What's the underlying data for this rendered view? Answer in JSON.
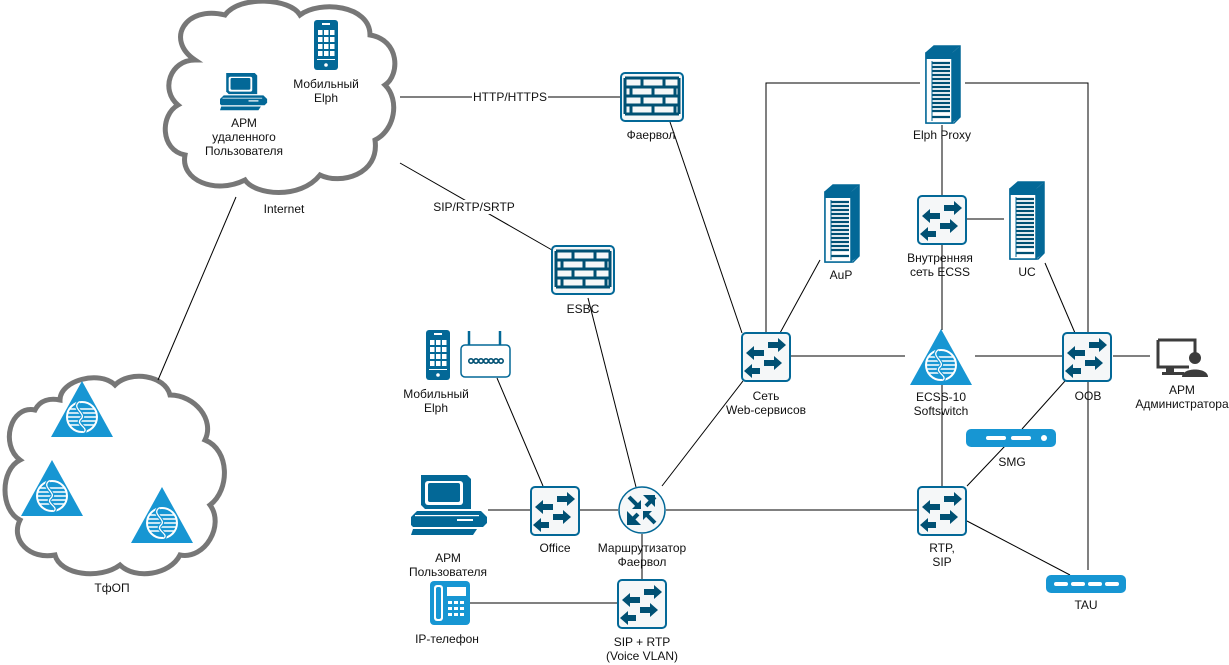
{
  "diagram": {
    "colors": {
      "cisco_blue": "#036897",
      "cisco_dark": "#005073",
      "light_blue": "#1796d3",
      "cloud_stroke": "#777777",
      "line": "#000000",
      "admin_gray": "#3c3c3c"
    },
    "clouds": {
      "internet": {
        "label": "Internet"
      },
      "pstn": {
        "label": "ТфОП"
      }
    },
    "nodes": {
      "remote_pc": {
        "label": "АРМ\nудаленного\nПользователя",
        "icon": "workstation-icon"
      },
      "remote_mobile": {
        "label": "Мобильный\nElph",
        "icon": "mobile-phone-icon"
      },
      "firewall": {
        "label": "Фаервол",
        "icon": "firewall-icon"
      },
      "esbc": {
        "label": "ESBC",
        "icon": "firewall-icon"
      },
      "elph_proxy": {
        "label": "Elph Proxy",
        "icon": "server-icon"
      },
      "aup": {
        "label": "AuP",
        "icon": "server-icon"
      },
      "internal_ecss": {
        "label": "Внутренняя\nсеть ECSS",
        "icon": "switch-icon"
      },
      "uc": {
        "label": "UC",
        "icon": "server-icon"
      },
      "web_services": {
        "label": "Сеть\nWeb-сервисов",
        "icon": "switch-icon"
      },
      "ecss10": {
        "label": "ECSS-10\nSoftswitch",
        "icon": "softswitch-icon"
      },
      "oob": {
        "label": "OOB",
        "icon": "switch-icon"
      },
      "admin_pc": {
        "label": "АРМ\nАдминистратора",
        "icon": "admin-user-icon"
      },
      "smg": {
        "label": "SMG",
        "icon": "gateway-icon"
      },
      "office_mobile": {
        "label": "Мобильный\nElph",
        "icon": "mobile-phone-icon"
      },
      "wifi_router": {
        "label": "",
        "icon": "wifi-router-icon"
      },
      "user_pc": {
        "label": "АРМ\nПользователя",
        "icon": "workstation-icon"
      },
      "office": {
        "label": "Office",
        "icon": "switch-icon"
      },
      "router_fw": {
        "label": "Маршрутизатор\nФаервол",
        "icon": "router-icon"
      },
      "rtp_sip": {
        "label": "RTP,\nSIP",
        "icon": "switch-icon"
      },
      "tau": {
        "label": "TAU",
        "icon": "gateway-icon"
      },
      "ip_phone": {
        "label": "IP-телефон",
        "icon": "ip-phone-icon"
      },
      "voice_vlan": {
        "label": "SIP + RTP\n(Voice VLAN)",
        "icon": "switch-icon"
      }
    },
    "edge_labels": {
      "http": "HTTP/HTTPS",
      "sip": "SIP/RTP/SRTP"
    }
  }
}
